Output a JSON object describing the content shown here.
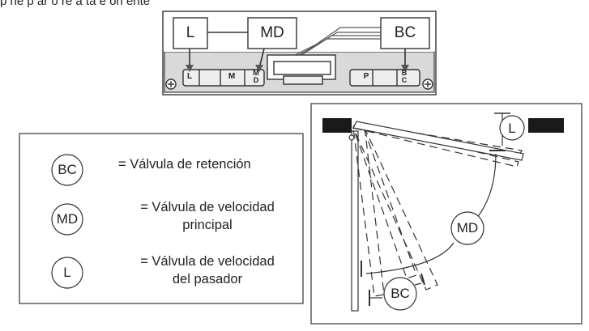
{
  "intro_text": "p   ne   p   ar   o   re     a  ta   e     on   ente",
  "closer_labels": {
    "L": "L",
    "MD": "MD",
    "BC": "BC",
    "valve_letters": [
      "L",
      "M",
      "M",
      "P",
      "B"
    ],
    "valve_sub": [
      "D",
      "C"
    ]
  },
  "legend": {
    "items": [
      {
        "symbol": "BC",
        "text": "= Válvula de retención",
        "line2": ""
      },
      {
        "symbol": "MD",
        "text": "= Válvula de velocidad",
        "line2": "principal"
      },
      {
        "symbol": "L",
        "text": "= Válvula de velocidad",
        "line2": "del pasador"
      }
    ]
  },
  "door_labels": {
    "L": "L",
    "MD": "MD",
    "BC": "BC"
  },
  "colors": {
    "stroke": "#333333",
    "fill_dark": "#1a1a1a",
    "body_grey": "#d9d9d9"
  }
}
